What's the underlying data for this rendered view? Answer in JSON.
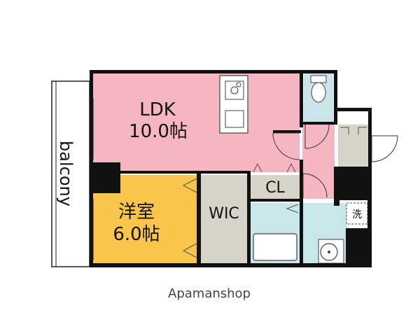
{
  "rooms": {
    "ldk": {
      "name": "LDK",
      "size": "10.0帖",
      "color": "#f6b6c1"
    },
    "western": {
      "name": "洋室",
      "size": "6.0帖",
      "color": "#f9c54b"
    },
    "wic": {
      "name": "WIC",
      "color": "#d6d3c7"
    },
    "cl": {
      "name": "CL",
      "color": "#d6d3c7"
    },
    "balcony": {
      "name": "balcony"
    },
    "washer": {
      "name": "洗"
    }
  },
  "colors": {
    "bath": "#c9e6ea",
    "hall": "#f6b6c1",
    "storage": "#d6d3c7",
    "wall": "#111111"
  },
  "caption": "Apamanshop"
}
